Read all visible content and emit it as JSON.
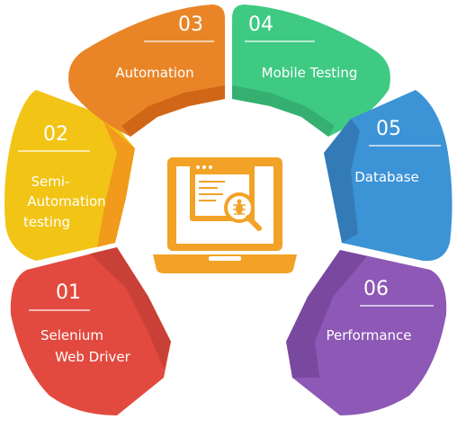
{
  "segments": [
    {
      "number": "01",
      "label_line1": "Selenium",
      "label_line2": "Web Driver",
      "color": "#e24a3f"
    },
    {
      "number": "02",
      "label_line1": "Semi-",
      "label_line2": "Automation",
      "label_line3": "testing",
      "color": "#f1c416"
    },
    {
      "number": "03",
      "label_line1": "Automation",
      "color": "#e98527"
    },
    {
      "number": "04",
      "label_line1": "Mobile Testing",
      "color": "#3fca83"
    },
    {
      "number": "05",
      "label_line1": "Database",
      "color": "#3c93d6"
    },
    {
      "number": "06",
      "label_line1": "Performance",
      "color": "#8e58b6"
    }
  ],
  "center_icon": "laptop-bug-search-icon",
  "accent_color": "#f2a227"
}
